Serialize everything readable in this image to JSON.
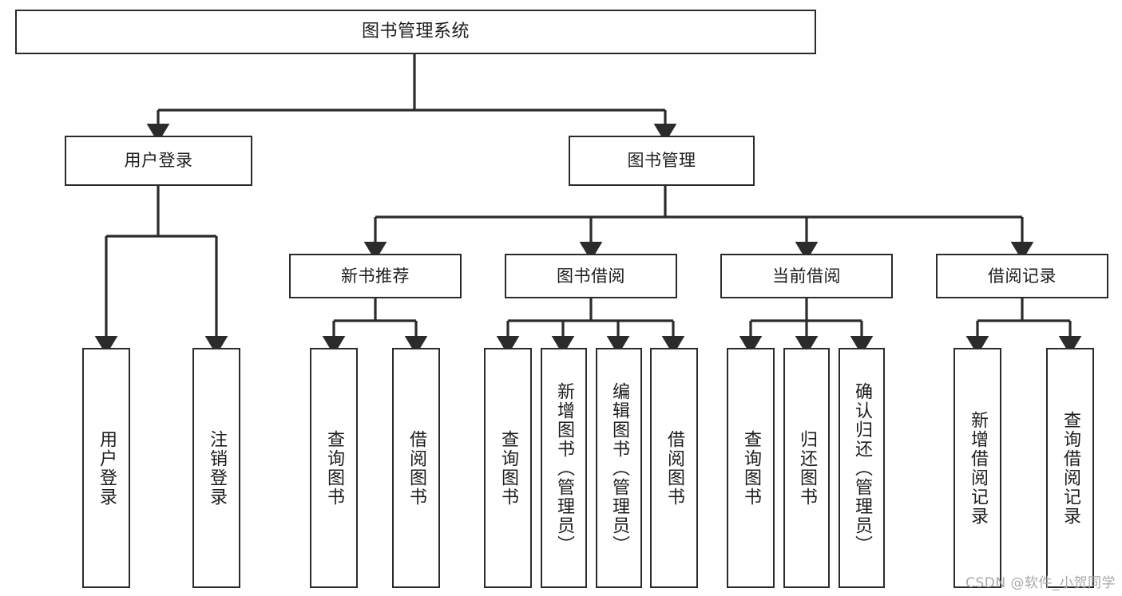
{
  "diagram": {
    "type": "tree-hierarchy",
    "orientation": "top-down",
    "stroke_color": "#2b2b2b",
    "fill_color": "#ffffff",
    "text_color": "#1d1d1d",
    "root": {
      "label": "图书管理系统"
    },
    "level2": [
      {
        "label": "用户登录"
      },
      {
        "label": "图书管理"
      }
    ],
    "level3": [
      {
        "label": "新书推荐"
      },
      {
        "label": "图书借阅"
      },
      {
        "label": "当前借阅"
      },
      {
        "label": "借阅记录"
      }
    ],
    "leaves": {
      "user_login": [
        {
          "label": "用户登录"
        },
        {
          "label": "注销登录"
        }
      ],
      "new_book": [
        {
          "label": "查询图书"
        },
        {
          "label": "借阅图书"
        }
      ],
      "book_borrow": [
        {
          "label": "查询图书"
        },
        {
          "label": "新增图书（管理员）"
        },
        {
          "label": "编辑图书（管理员）"
        },
        {
          "label": "借阅图书"
        }
      ],
      "current_borrow": [
        {
          "label": "查询图书"
        },
        {
          "label": "归还图书"
        },
        {
          "label": "确认归还（管理员）"
        }
      ],
      "borrow_record": [
        {
          "label": "新增借阅记录"
        },
        {
          "label": "查询借阅记录"
        }
      ]
    }
  },
  "watermark": {
    "text": "CSDN @软件_小贺同学"
  }
}
